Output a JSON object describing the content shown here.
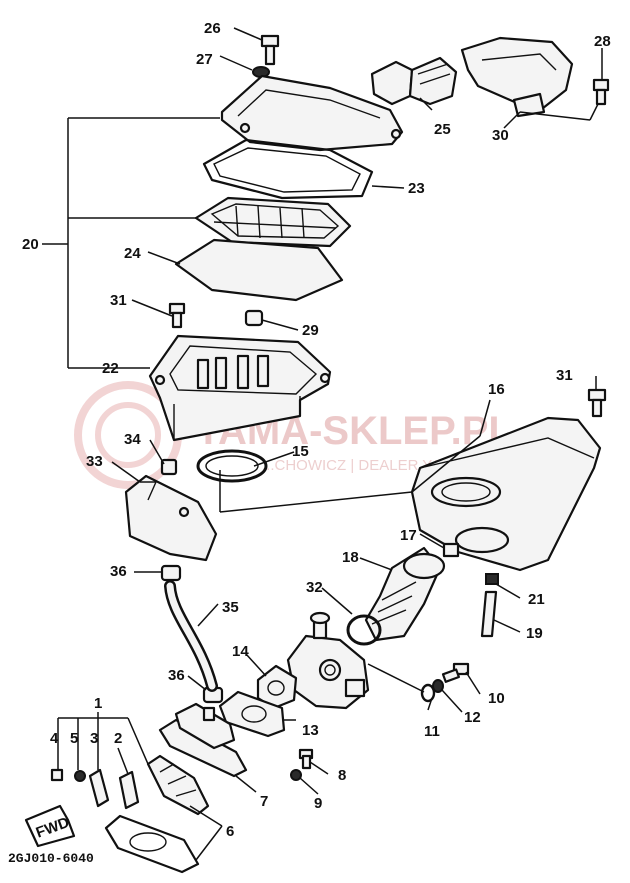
{
  "watermark": {
    "brand": "YAMA-SKLEP.PL",
    "tagline": "...CHOWICZ | DEALER YAMAHA"
  },
  "diagram_code": "2GJ010-6040",
  "fwd_label": "FWD",
  "callouts": [
    "1",
    "2",
    "3",
    "4",
    "5",
    "6",
    "7",
    "8",
    "9",
    "10",
    "11",
    "12",
    "13",
    "14",
    "15",
    "16",
    "17",
    "18",
    "19",
    "20",
    "21",
    "22",
    "23",
    "24",
    "25",
    "26",
    "27",
    "28",
    "29",
    "30",
    "31",
    "31",
    "32",
    "33",
    "34",
    "35",
    "36",
    "36"
  ]
}
